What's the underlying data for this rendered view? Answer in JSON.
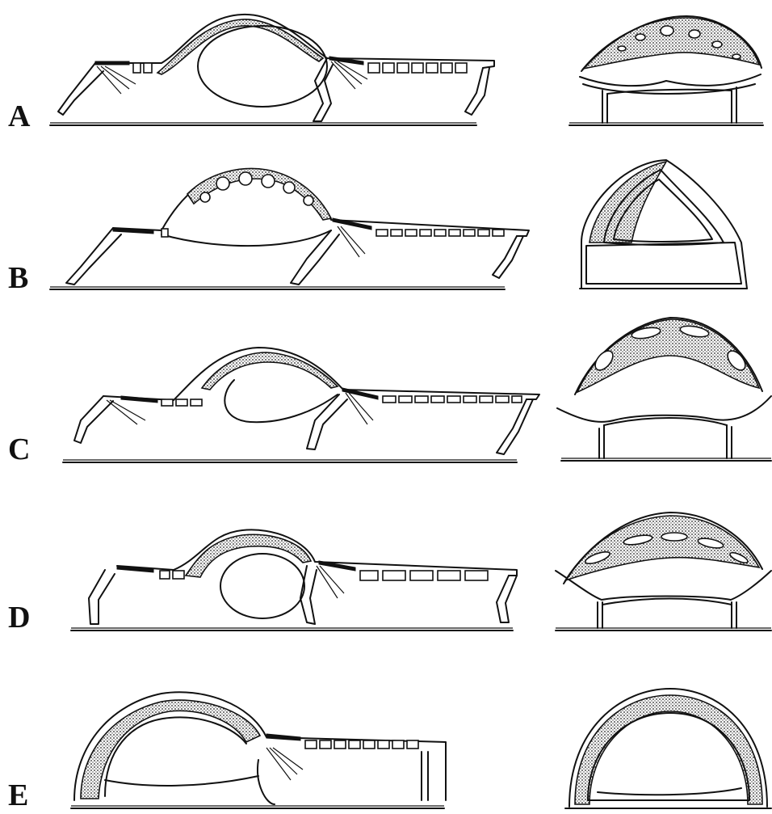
{
  "panels": [
    {
      "label": "A"
    },
    {
      "label": "B"
    },
    {
      "label": "C"
    },
    {
      "label": "D"
    },
    {
      "label": "E"
    }
  ],
  "colors": {
    "ink": "#111111",
    "background": "#ffffff"
  }
}
